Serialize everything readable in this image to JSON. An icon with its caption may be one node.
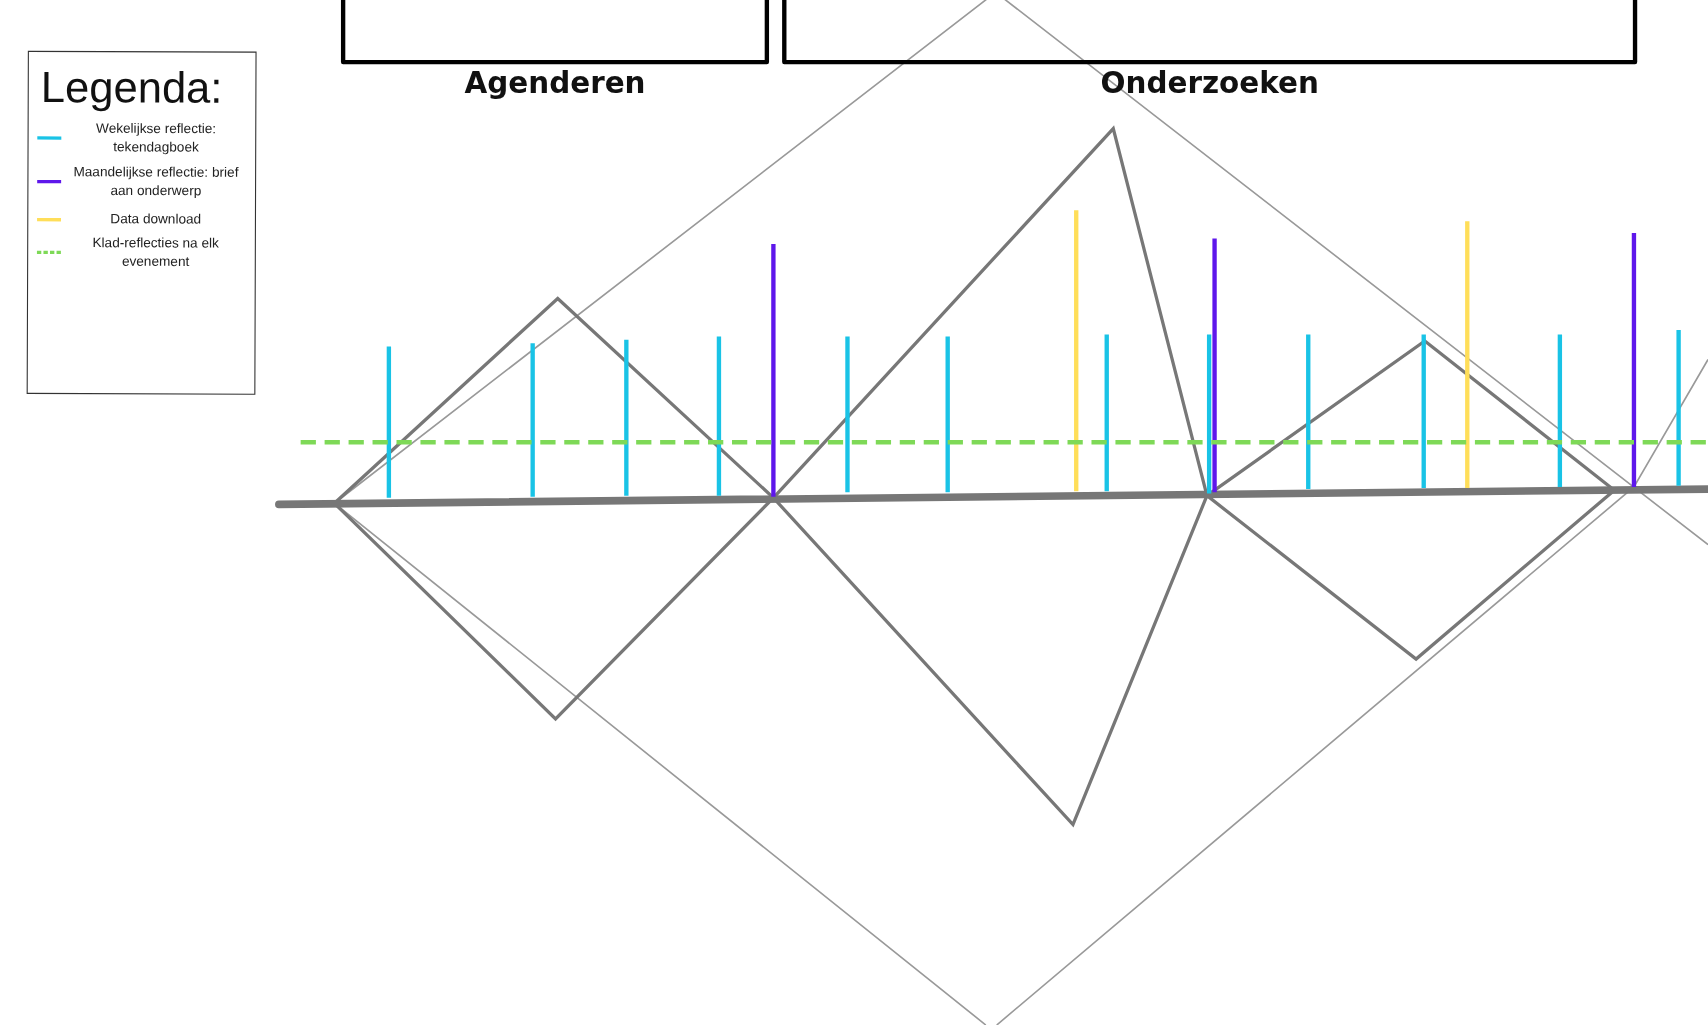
{
  "diagram": {
    "nodes": [
      {
        "text": [
          "Agenderen"
        ]
      },
      {
        "text": [
          "Onderzoeken"
        ]
      }
    ],
    "labels": [
      "Legenda:"
    ],
    "legend": [
      {
        "text": "Wekelijkse reflectie: tekendagboek"
      },
      {
        "text": "Maandelijkse reflectie: brief aan onderwerp"
      },
      {
        "text": "Data download"
      },
      {
        "text": "Klad-reflecties na elk evenement"
      }
    ]
  }
}
